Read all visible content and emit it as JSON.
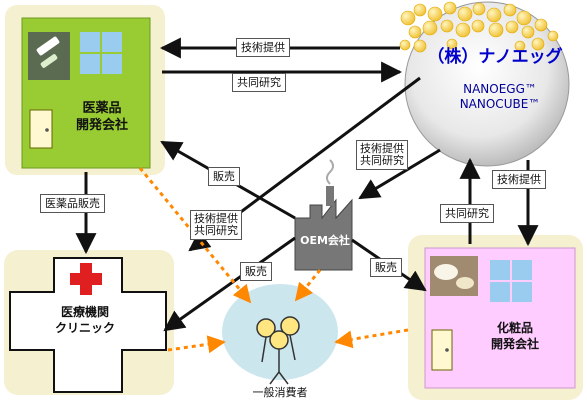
{
  "nodes": {
    "pharma_company": {
      "line1": "医薬品",
      "line2": "開発会社"
    },
    "nanoegg": {
      "name": "（株）ナノエッグ",
      "product1": "NANOEGG™",
      "product2": "NANOCUBE™"
    },
    "oem": {
      "label": "OEM会社"
    },
    "medical": {
      "line1": "医療機関",
      "line2": "クリニック"
    },
    "consumer": {
      "label": "一般消費者"
    },
    "cosmetics_company": {
      "line1": "化粧品",
      "line2": "開発会社"
    }
  },
  "edge_labels": {
    "tech_top": "技術提供",
    "joint_top": "共同研究",
    "tech_nano_oem_1": "技術提供",
    "tech_nano_oem_2": "共同研究",
    "sales_pharma_oem": "販売",
    "pharma_sales": "医薬品販売",
    "tech_nano_med_1": "技術提供",
    "tech_nano_med_2": "共同研究",
    "sales_oem_med": "販売",
    "sales_oem_cos": "販売",
    "tech_right": "技術提供",
    "joint_right": "共同研究"
  },
  "colors": {
    "pharma_green": "#99cc33",
    "cosmetics_pink": "#ffccff",
    "nano_gray": "#e6e6e6",
    "egg_yellow": "#ffe066",
    "window_blue": "#99ccee",
    "cross_red": "#e02020",
    "consumer_teal": "#cce6ee",
    "oem_gray": "#777777",
    "dotted_orange": "#ff8800"
  }
}
